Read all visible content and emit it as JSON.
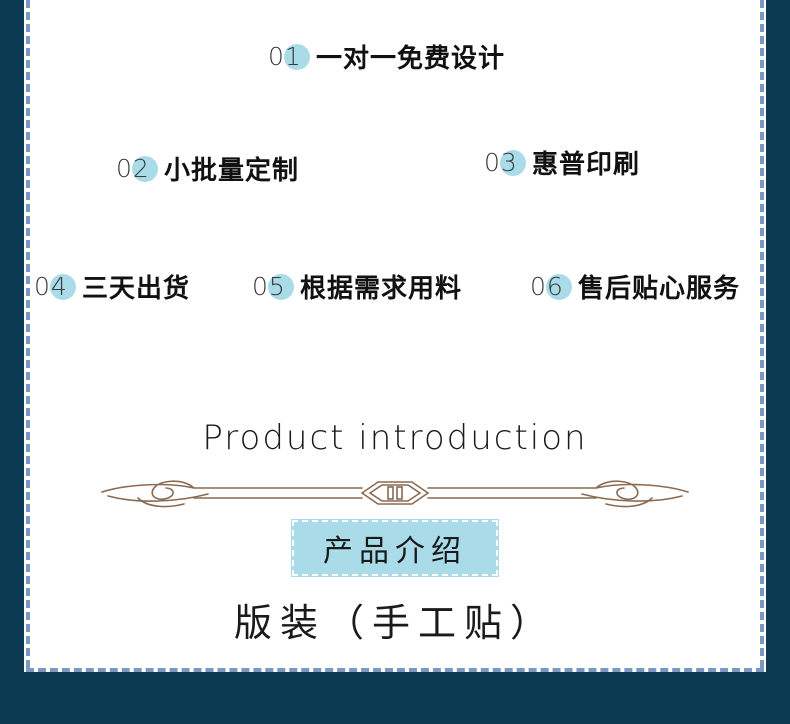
{
  "features": [
    {
      "num": "01",
      "label": "一对一免费设计"
    },
    {
      "num": "02",
      "label": "小批量定制"
    },
    {
      "num": "03",
      "label": "惠普印刷"
    },
    {
      "num": "04",
      "label": "三天出货"
    },
    {
      "num": "05",
      "label": "根据需求用料"
    },
    {
      "num": "06",
      "label": "售后贴心服务"
    }
  ],
  "intro": {
    "title_en": "Product introduction",
    "title_cn": "产品介绍",
    "product_name": "版装（手工贴）"
  },
  "colors": {
    "background": "#0c3a52",
    "panel": "#ffffff",
    "border": "#7a98c2",
    "accent": "#a9dce8",
    "ornament": "#8a6a52"
  }
}
